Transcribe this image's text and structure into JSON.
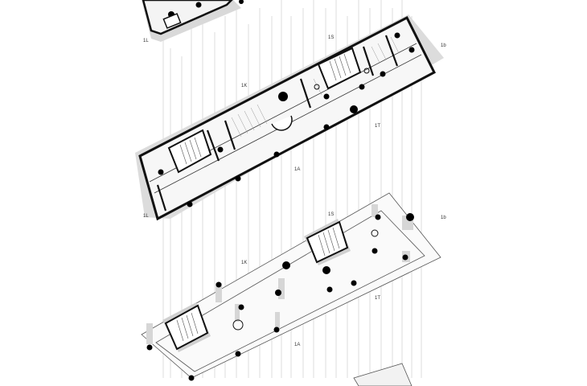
{
  "drawing": {
    "axis_labels": {
      "upper_left": "1L",
      "upper_top": "1S",
      "upper_right": "1b",
      "upper_mid_a": "1K",
      "upper_mid_b": "1T",
      "upper_mid_c": "1A",
      "lower_left": "1L",
      "lower_top": "1S",
      "lower_right": "1b",
      "lower_mid_a": "1K",
      "lower_mid_b": "1T",
      "lower_mid_c": "1A"
    },
    "colors": {
      "wall": "#111111",
      "shadow": "#d9d9d9",
      "floor": "#f2f2f2",
      "line": "#bdbdbd",
      "column": "#000000"
    }
  }
}
